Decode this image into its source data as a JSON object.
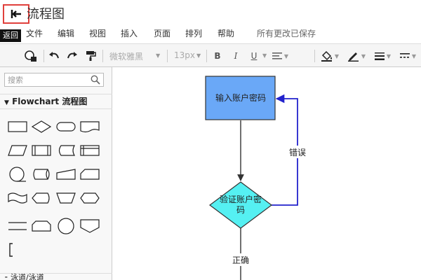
{
  "window": {
    "title": "流程图",
    "back_tooltip": "返回"
  },
  "menu": {
    "items": [
      "文件",
      "编辑",
      "视图",
      "插入",
      "页面",
      "排列",
      "帮助"
    ],
    "save_status": "所有更改已保存"
  },
  "toolbar": {
    "font_name": "微软雅黑",
    "font_size": "13px"
  },
  "sidebar": {
    "search_placeholder": "搜索",
    "category_flowchart": "Flowchart 流程图",
    "category_next": "⁃ 泳道/泳道"
  },
  "canvas": {
    "nodes": [
      {
        "id": "input",
        "label": "输入账户密码",
        "fill": "#6aa8f7"
      },
      {
        "id": "verify",
        "label_line1": "验证账户密",
        "label_line2": "码",
        "fill": "#55f0f2"
      }
    ],
    "edge_labels": {
      "error": "错误",
      "correct": "正确"
    }
  },
  "colors": {
    "accent_blue": "#2222cc",
    "highlight_red": "#e0403c"
  }
}
